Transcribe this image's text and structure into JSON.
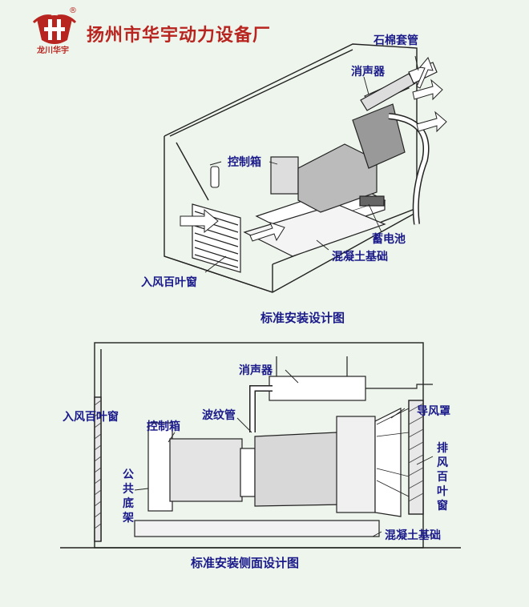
{
  "header": {
    "company": "扬州市华宇动力设备厂",
    "logo_text": "龙川华宇",
    "reg_mark": "®"
  },
  "top_diagram": {
    "caption": "标准安装设计图",
    "labels": {
      "asbestos_sleeve": "石棉套管",
      "muffler": "消声器",
      "control_box": "控制箱",
      "battery": "蓄电池",
      "concrete_base": "混凝土基础",
      "inlet_louver": "入风百叶窗"
    }
  },
  "side_diagram": {
    "caption": "标准安装侧面设计图",
    "labels": {
      "muffler": "消声器",
      "air_duct": "导风罩",
      "inlet_louver": "入风百叶窗",
      "control_box": "控制箱",
      "bellows": "波纹管",
      "exhaust_louver": "排风百叶窗",
      "common_frame": "公共底架",
      "concrete_base": "混凝土基础"
    }
  },
  "colors": {
    "brand_red": "#b8241f",
    "label_blue": "#1a1a8a",
    "background": "#eef5ec"
  }
}
